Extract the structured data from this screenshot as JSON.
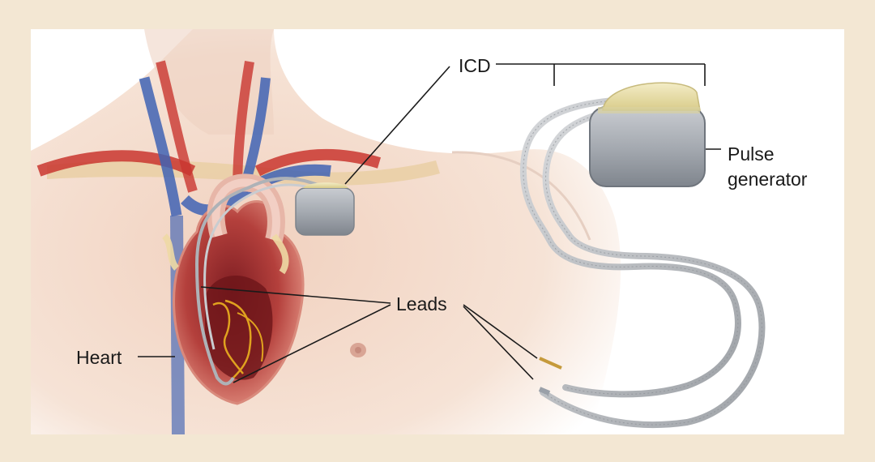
{
  "labels": {
    "icd": "ICD",
    "leads": "Leads",
    "heart": "Heart",
    "pulse_generator_line1": "Pulse",
    "pulse_generator_line2": "generator"
  },
  "colors": {
    "frame": "#f3e7d3",
    "skin": "#f2d7c6",
    "artery": "#c9362f",
    "vein": "#3f63b4",
    "heart_muscle": "#b8443f",
    "device_gray": "#9aa0a8",
    "device_header": "#e9dfa8",
    "lead_wire": "#b9bcc1",
    "conduction": "#e0a21f"
  },
  "icons": {
    "device": "icd-device-illustration",
    "heart": "heart-illustration",
    "leads": "lead-wire-illustration"
  }
}
